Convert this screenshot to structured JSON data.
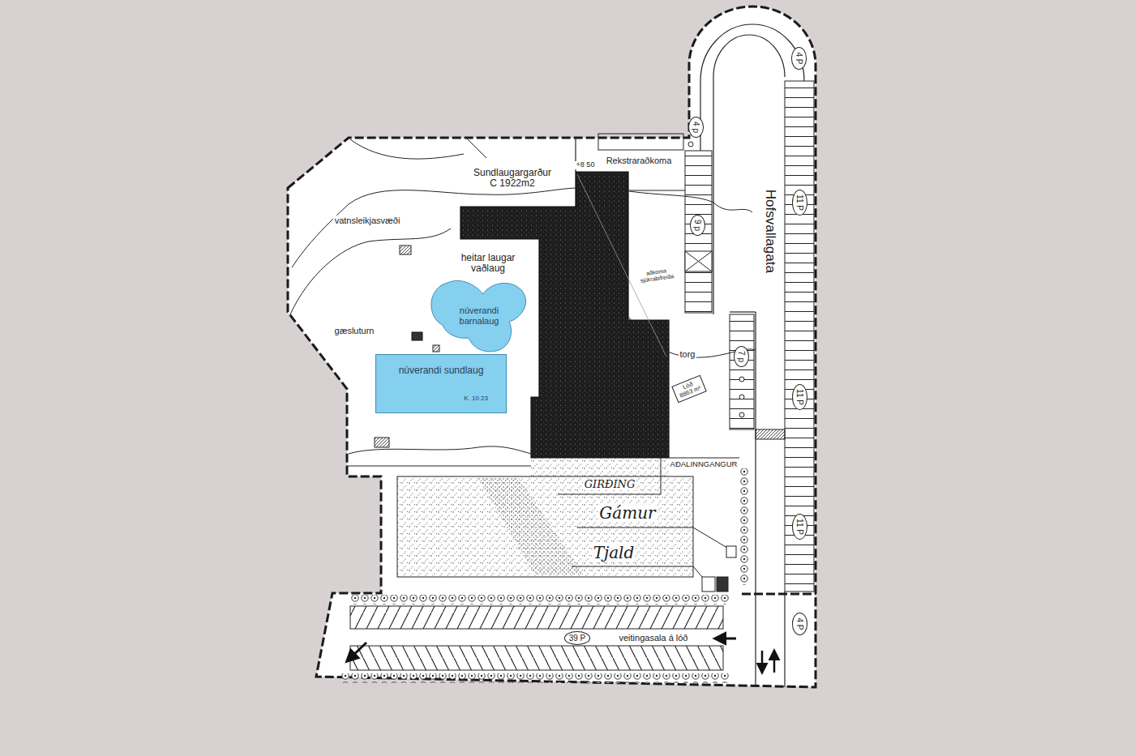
{
  "diagram": {
    "nodes": [
      {
        "text": [
          "núverandi barnalaug"
        ]
      },
      {
        "text": [
          "núverandi sundlaug",
          "K. 10 23"
        ]
      },
      {
        "text": [
          "Lóð 8863 m²"
        ]
      },
      {
        "text": [
          "4 P"
        ]
      },
      {
        "text": [
          "4 p"
        ]
      },
      {
        "text": [
          "11 P"
        ]
      },
      {
        "text": [
          "9 p"
        ]
      },
      {
        "text": [
          "7 p"
        ]
      },
      {
        "text": [
          "11 P"
        ]
      },
      {
        "text": [
          "11 P"
        ]
      },
      {
        "text": [
          "4 P"
        ]
      },
      {
        "text": [
          "39 P"
        ]
      }
    ],
    "labels": [
      "Sundlaugargarður C 1922m2",
      "+8 50",
      "Rekstraraðkoma",
      "vatnsleikjasvæði",
      "heitar laugar vaðlaug",
      "gæsluturn",
      "aðkoma sjúkrabifreiða",
      "Hofsvallagata",
      "torg",
      "AÐALINNGANGUR",
      "GIRÐING",
      "Gámur",
      "Tjald",
      "veitingasala á lóð"
    ]
  }
}
